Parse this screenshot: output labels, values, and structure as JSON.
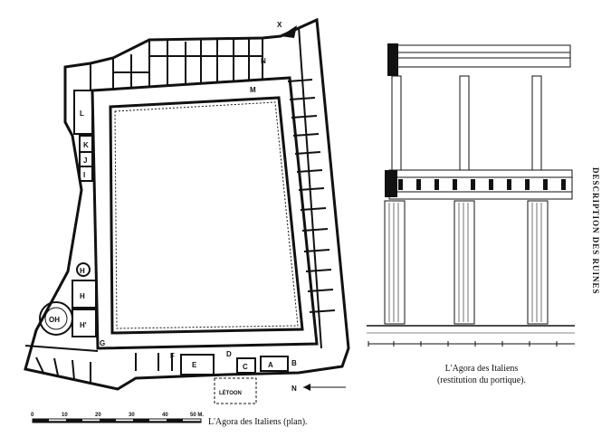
{
  "plan": {
    "caption": "L'Agora des Italiens (plan).",
    "scale": {
      "ticks": [
        "0",
        "10",
        "20",
        "30",
        "40",
        "50 M."
      ]
    },
    "room_labels": {
      "L": "L",
      "K": "K",
      "J": "J",
      "I": "I",
      "H1": "H",
      "H": "H",
      "OH": "OH",
      "H2": "H'",
      "G": "G",
      "F": "F",
      "E": "E",
      "D": "D",
      "C": "C",
      "A": "A",
      "B": "B",
      "M": "M",
      "N": "N",
      "X": "X"
    },
    "letoon": "LÉTOON",
    "north_label": "N"
  },
  "portico": {
    "caption_line1": "L'Agora des Italiens",
    "caption_line2": "(restitution du portique)."
  },
  "side_title": "DESCRIPTION DES RUINES"
}
